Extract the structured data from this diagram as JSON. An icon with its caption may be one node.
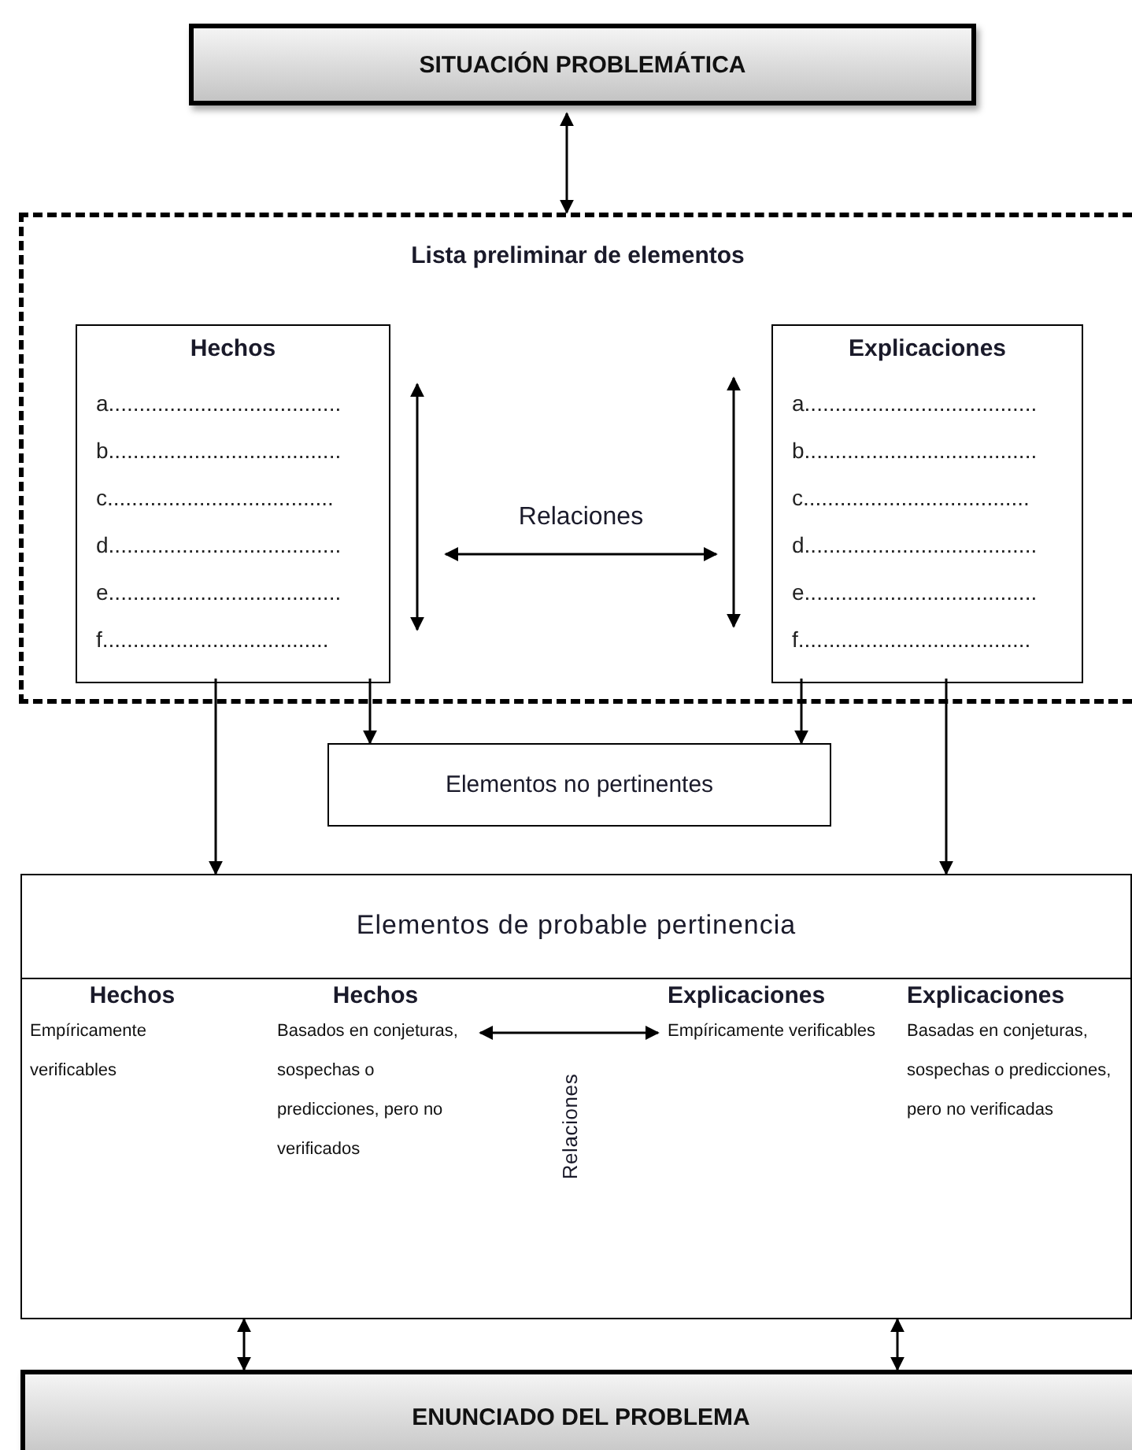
{
  "diagram": {
    "nodes": [
      {
        "text": [
          "SITUACIÓN PROBLEMÁTICA"
        ]
      },
      {
        "text": [
          "Lista preliminar de elementos"
        ]
      },
      {
        "text": [
          "Hechos",
          "a......................................",
          "b......................................",
          "c.....................................",
          "d......................................",
          "e......................................",
          "f....................................."
        ],
        "in": 1
      },
      {
        "text": [
          "Explicaciones",
          "a......................................",
          "b......................................",
          "c.....................................",
          "d......................................",
          "e......................................",
          "f......................................"
        ],
        "in": 1
      },
      {
        "text": [
          "Elementos no pertinentes"
        ]
      },
      {
        "text": [
          "Elementos de probable pertinencia"
        ]
      },
      {
        "text": [
          "Hechos",
          "Empíricamente verificables"
        ],
        "in": 5
      },
      {
        "text": [
          "Hechos",
          "Basados en conjeturas, sospechas o predicciones, pero no verificados"
        ],
        "in": 5
      },
      {
        "text": [
          "Explicaciones",
          "Empíricamente verificables"
        ],
        "in": 5
      },
      {
        "text": [
          "Explicaciones",
          "Basadas en conjeturas, sospechas o predicciones, pero no verificadas"
        ],
        "in": 5
      },
      {
        "text": [
          "ENUNCIADO DEL PROBLEMA"
        ]
      }
    ],
    "edges": [
      {
        "from": 0,
        "to": 1,
        "arrow": "both"
      },
      {
        "from": 2,
        "to": 3,
        "arrow": "both",
        "label": "Relaciones"
      },
      {
        "from": 2,
        "to": 4,
        "arrow": "to"
      },
      {
        "from": 3,
        "to": 4,
        "arrow": "to"
      },
      {
        "from": 2,
        "to": 5,
        "arrow": "to"
      },
      {
        "from": 3,
        "to": 5,
        "arrow": "to"
      },
      {
        "from": 7,
        "to": 8,
        "arrow": "both",
        "label": "Relaciones"
      },
      {
        "from": 5,
        "to": 10,
        "arrow": "both"
      },
      {
        "from": 5,
        "to": 10,
        "arrow": "both"
      }
    ]
  }
}
